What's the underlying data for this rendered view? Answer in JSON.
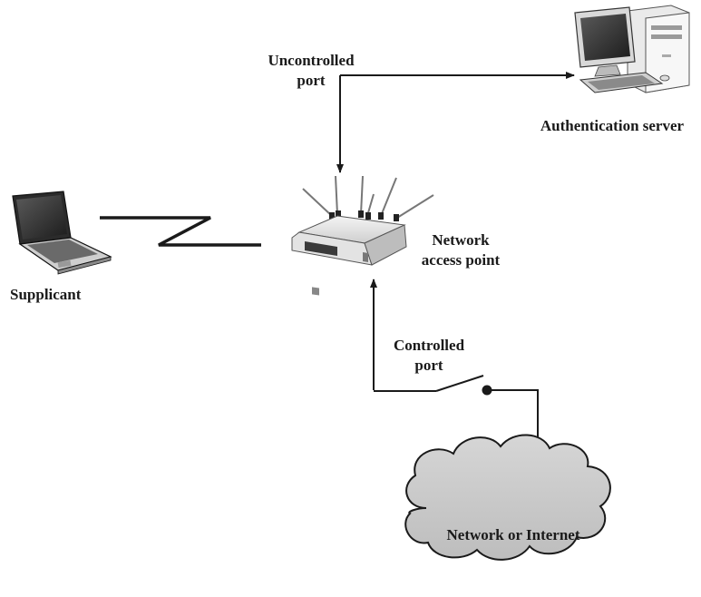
{
  "nodes": {
    "supplicant": {
      "label": "Supplicant"
    },
    "access_point": {
      "label_line1": "Network",
      "label_line2": "access point"
    },
    "auth_server": {
      "label": "Authentication server"
    },
    "internet": {
      "label": "Network or Internet"
    }
  },
  "ports": {
    "uncontrolled": {
      "line1": "Uncontrolled",
      "line2": "port"
    },
    "controlled": {
      "line1": "Controlled",
      "line2": "port"
    }
  },
  "colors": {
    "line": "#1a1a1a",
    "cloud_fill": "#c9c9c9",
    "device_dark": "#3a3a3a",
    "device_light": "#e8e8e8"
  }
}
